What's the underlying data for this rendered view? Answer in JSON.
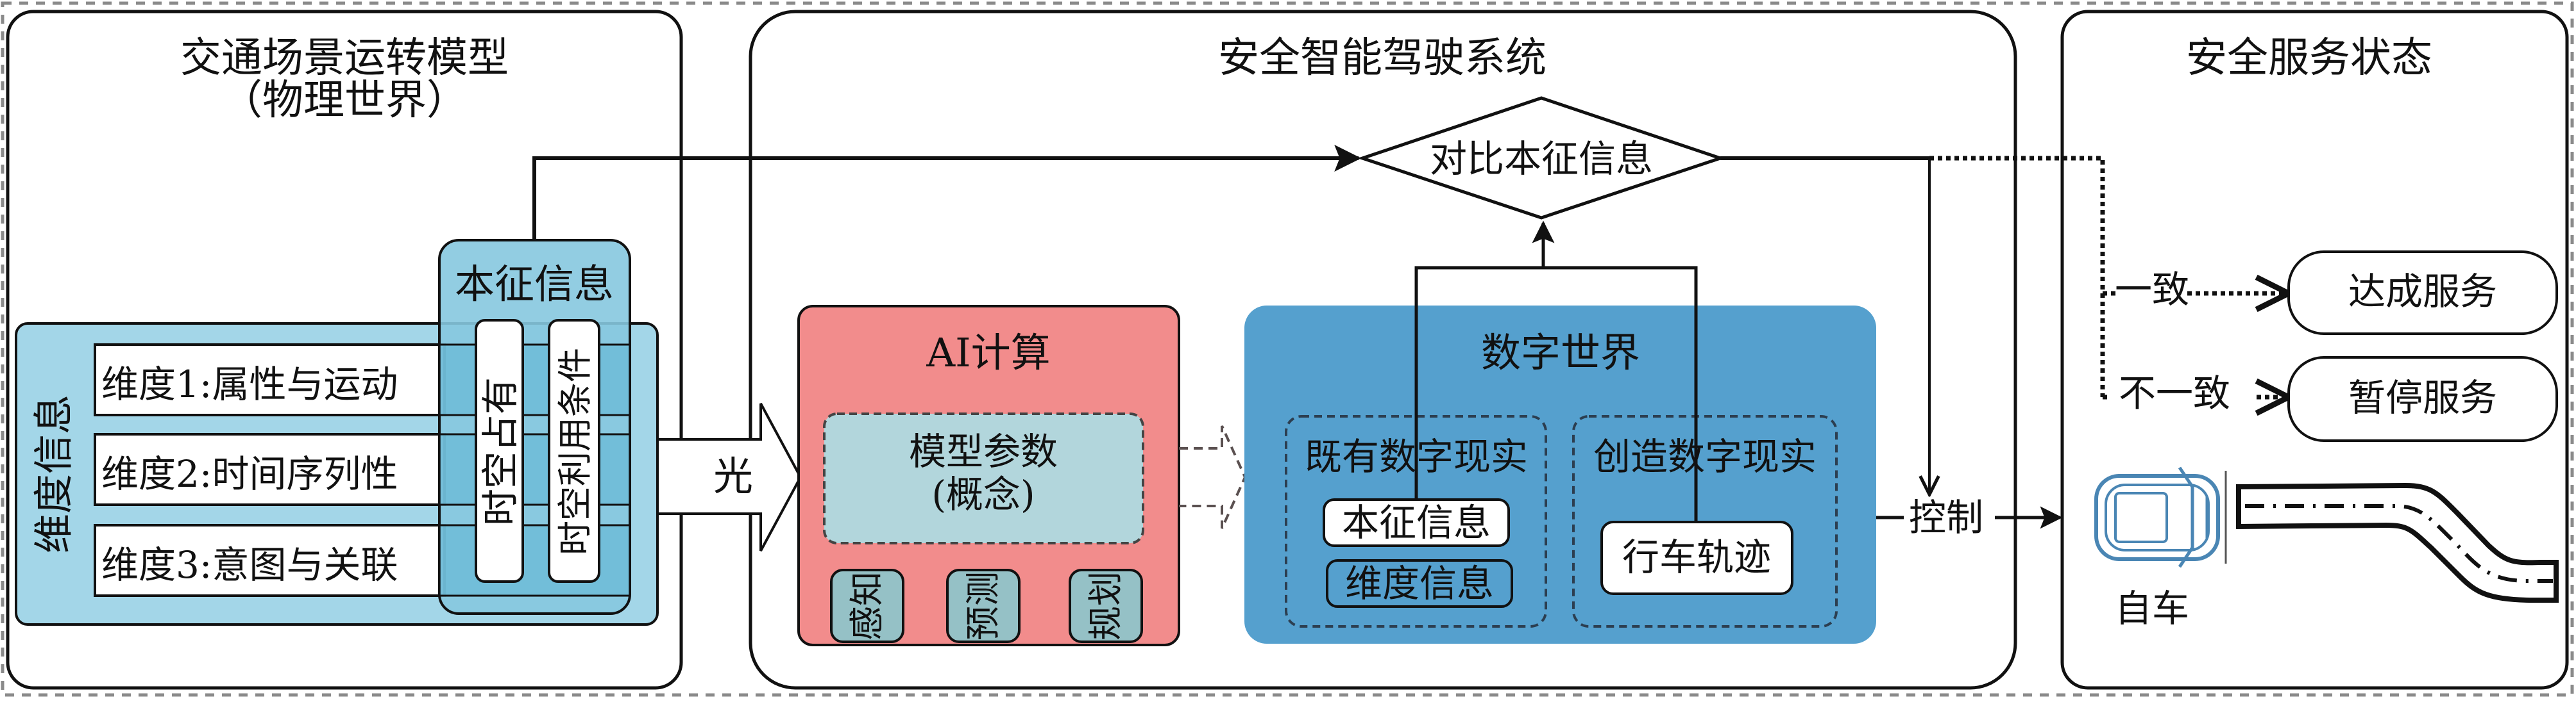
{
  "diagram": {
    "frame_style": "dashed-gray",
    "colors": {
      "outline": "#111111",
      "physical_blue_light": "#86c8df",
      "physical_blue_mid": "#a3d6e8",
      "ai_box_fill": "#f28c8c",
      "model_param_fill": "#b2d6dc",
      "ai_subbox_fill": "#95c1c6",
      "digital_world_fill": "#55a0ce",
      "car_icon": "#4a86b4"
    },
    "panels": {
      "physical": {
        "title_line1": "交通场景运转模型",
        "title_line2": "（物理世界）",
        "intrinsic": {
          "label": "本征信息",
          "columns": [
            "时空占有",
            "时空利用条件"
          ]
        },
        "dimension": {
          "label": "维度信息",
          "rows": [
            "维度1:属性与运动",
            "维度2:时间序列性",
            "维度3:意图与关联"
          ]
        }
      },
      "light_arrow_label": "光",
      "system": {
        "title": "安全智能驾驶系统",
        "compare_label": "对比本征信息",
        "ai": {
          "title": "AI计算",
          "model_line1": "模型参数",
          "model_line2": "(概念)",
          "modules": [
            "感知",
            "预测",
            "规划"
          ]
        },
        "digital_world": {
          "title": "数字世界",
          "existing": {
            "title": "既有数字现实",
            "items": [
              "本征信息",
              "维度信息"
            ]
          },
          "created": {
            "title": "创造数字现实",
            "items": [
              "行车轨迹"
            ]
          }
        },
        "control_label": "控制"
      },
      "service": {
        "title": "安全服务状态",
        "branches": [
          {
            "condition": "一致",
            "result": "达成服务"
          },
          {
            "condition": "不一致",
            "result": "暂停服务"
          }
        ],
        "ego_label": "自车",
        "car_icon": "car-top-view-icon",
        "road_icon": "curved-road-icon"
      }
    }
  }
}
